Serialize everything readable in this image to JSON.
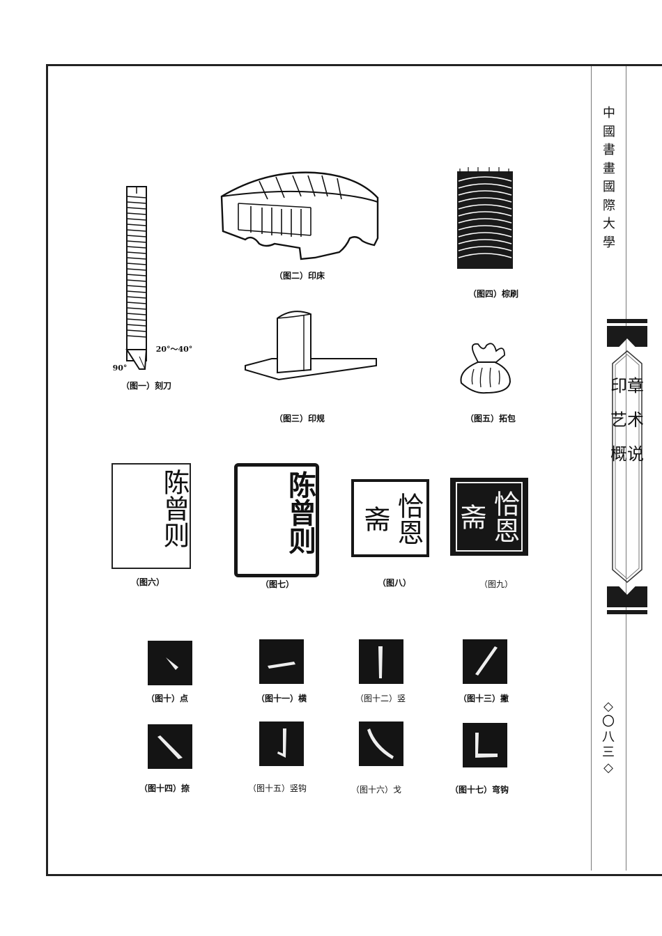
{
  "side_title": "中國書畫國際大學",
  "section_title": "印章艺术概说",
  "page_number": "◇〇八三◇",
  "angles": {
    "blade": "20°～40°",
    "tip": "90°"
  },
  "captions": {
    "fig1": "（图一）刻刀",
    "fig2": "（图二）印床",
    "fig3": "（图三）印规",
    "fig4": "（图四）棕刷",
    "fig5": "（图五）拓包",
    "fig6": "（图六）",
    "fig7": "（图七）",
    "fig8": "（图八）",
    "fig9": "（图九）",
    "fig10": "（图十）点",
    "fig11": "（图十一）横",
    "fig12": "（图十二）竖",
    "fig13": "（图十三）撇",
    "fig14": "（图十四）捺",
    "fig15": "（图十五）竖钩",
    "fig16": "（图十六）戈",
    "fig17": "（图十七）弯钩"
  },
  "seals": {
    "fig6": "陈曾则",
    "fig7": "陈曾则",
    "fig8": "恰恩斋",
    "fig9": "恰恩斋"
  },
  "colors": {
    "ink": "#161616",
    "paper": "#ffffff",
    "rule": "#777777"
  }
}
